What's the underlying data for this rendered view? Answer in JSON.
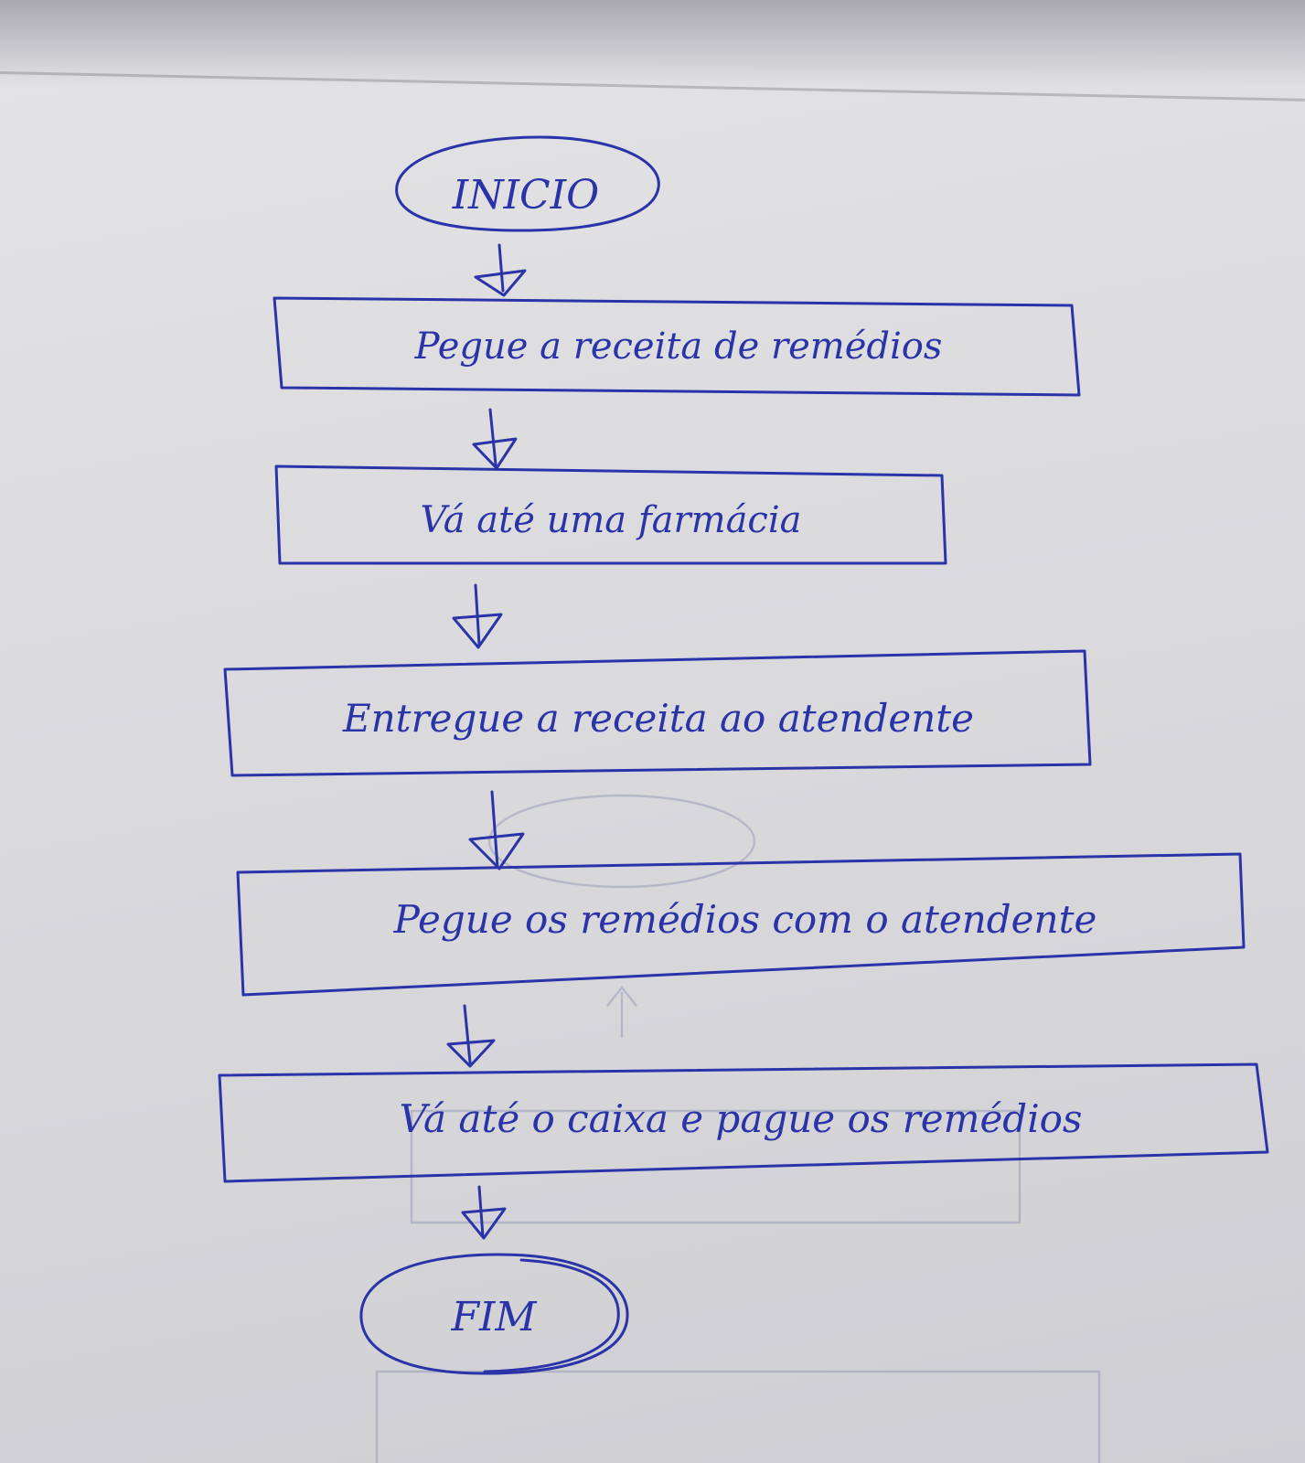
{
  "flowchart": {
    "start": {
      "label": "INICIO"
    },
    "steps": [
      {
        "label": "Pegue a receita de remédios"
      },
      {
        "label": "Vá até uma farmácia"
      },
      {
        "label": "Entregue a receita ao atendente"
      },
      {
        "label": "Pegue os remédios com o atendente"
      },
      {
        "label": "Vá até o caixa e pague os remédios"
      }
    ],
    "end": {
      "label": "FIM"
    }
  },
  "colors": {
    "ink": "#2b33a8",
    "paper": "#dcdcdf"
  }
}
